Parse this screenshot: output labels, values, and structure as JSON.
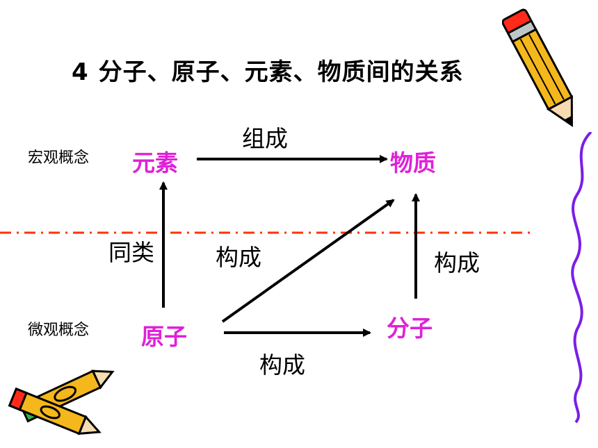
{
  "title": {
    "number": "4",
    "text": "分子、原子、元素、物质间的关系"
  },
  "levels": {
    "macro": "宏观概念",
    "micro": "微观概念"
  },
  "nodes": {
    "element": "元素",
    "substance": "物质",
    "atom": "原子",
    "molecule": "分子"
  },
  "edges": {
    "element_to_substance": "组成",
    "atom_to_element": "同类",
    "atom_to_substance": "构成",
    "atom_to_molecule": "构成",
    "molecule_to_substance": "构成"
  },
  "colors": {
    "node": "#e020d8",
    "divider": "#ff3300",
    "text": "#000000",
    "squiggle": "#7a1ee8"
  }
}
